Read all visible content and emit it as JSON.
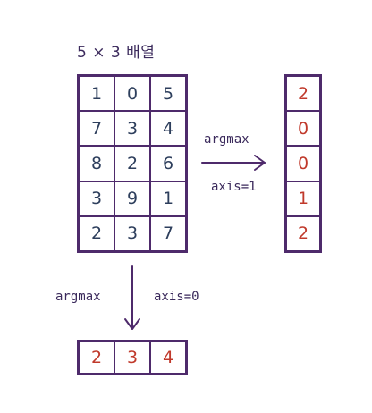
{
  "title": "5 × 3 배열",
  "main_array": [
    [
      "1",
      "0",
      "5"
    ],
    [
      "7",
      "3",
      "4"
    ],
    [
      "8",
      "2",
      "6"
    ],
    [
      "3",
      "9",
      "1"
    ],
    [
      "2",
      "3",
      "7"
    ]
  ],
  "axis1": {
    "func_label": "argmax",
    "axis_label": "axis=1",
    "result": [
      "2",
      "0",
      "0",
      "1",
      "2"
    ]
  },
  "axis0": {
    "func_label": "argmax",
    "axis_label": "axis=0",
    "result": [
      "2",
      "3",
      "4"
    ]
  },
  "colors": {
    "grid_line": "#4e2a6b",
    "value_text": "#2d3e5c",
    "result_text": "#c0392b",
    "arrow": "#4e2a6b"
  }
}
